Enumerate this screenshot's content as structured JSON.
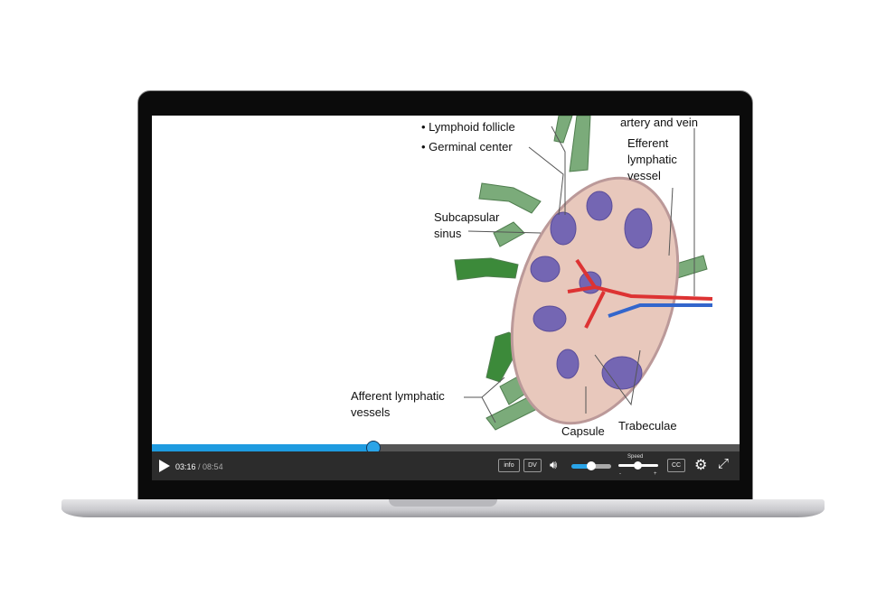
{
  "diagram": {
    "labels": {
      "lymphoid_follicle": "• Lymphoid follicle",
      "germinal_center": "• Germinal center",
      "artery_vein": "artery and vein",
      "efferent": [
        "Efferent",
        "lymphatic",
        "vessel"
      ],
      "subcapsular": [
        "Subcapsular",
        "sinus"
      ],
      "afferent": [
        "Afferent lymphatic",
        "vessels"
      ],
      "capsule": "Capsule",
      "trabeculae": "Trabeculae"
    }
  },
  "player": {
    "progress_percent": 37.6,
    "current_time": "03:16",
    "separator": " / ",
    "duration": "08:54",
    "info_label": "info",
    "dv_label": "DV",
    "volume_percent": 50,
    "speed_label": "Speed",
    "speed_minus": "-",
    "speed_plus": "+",
    "speed_percent": 50,
    "cc_label": "CC",
    "colors": {
      "accent": "#1e9be0",
      "bar": "#2c2c2c"
    }
  }
}
